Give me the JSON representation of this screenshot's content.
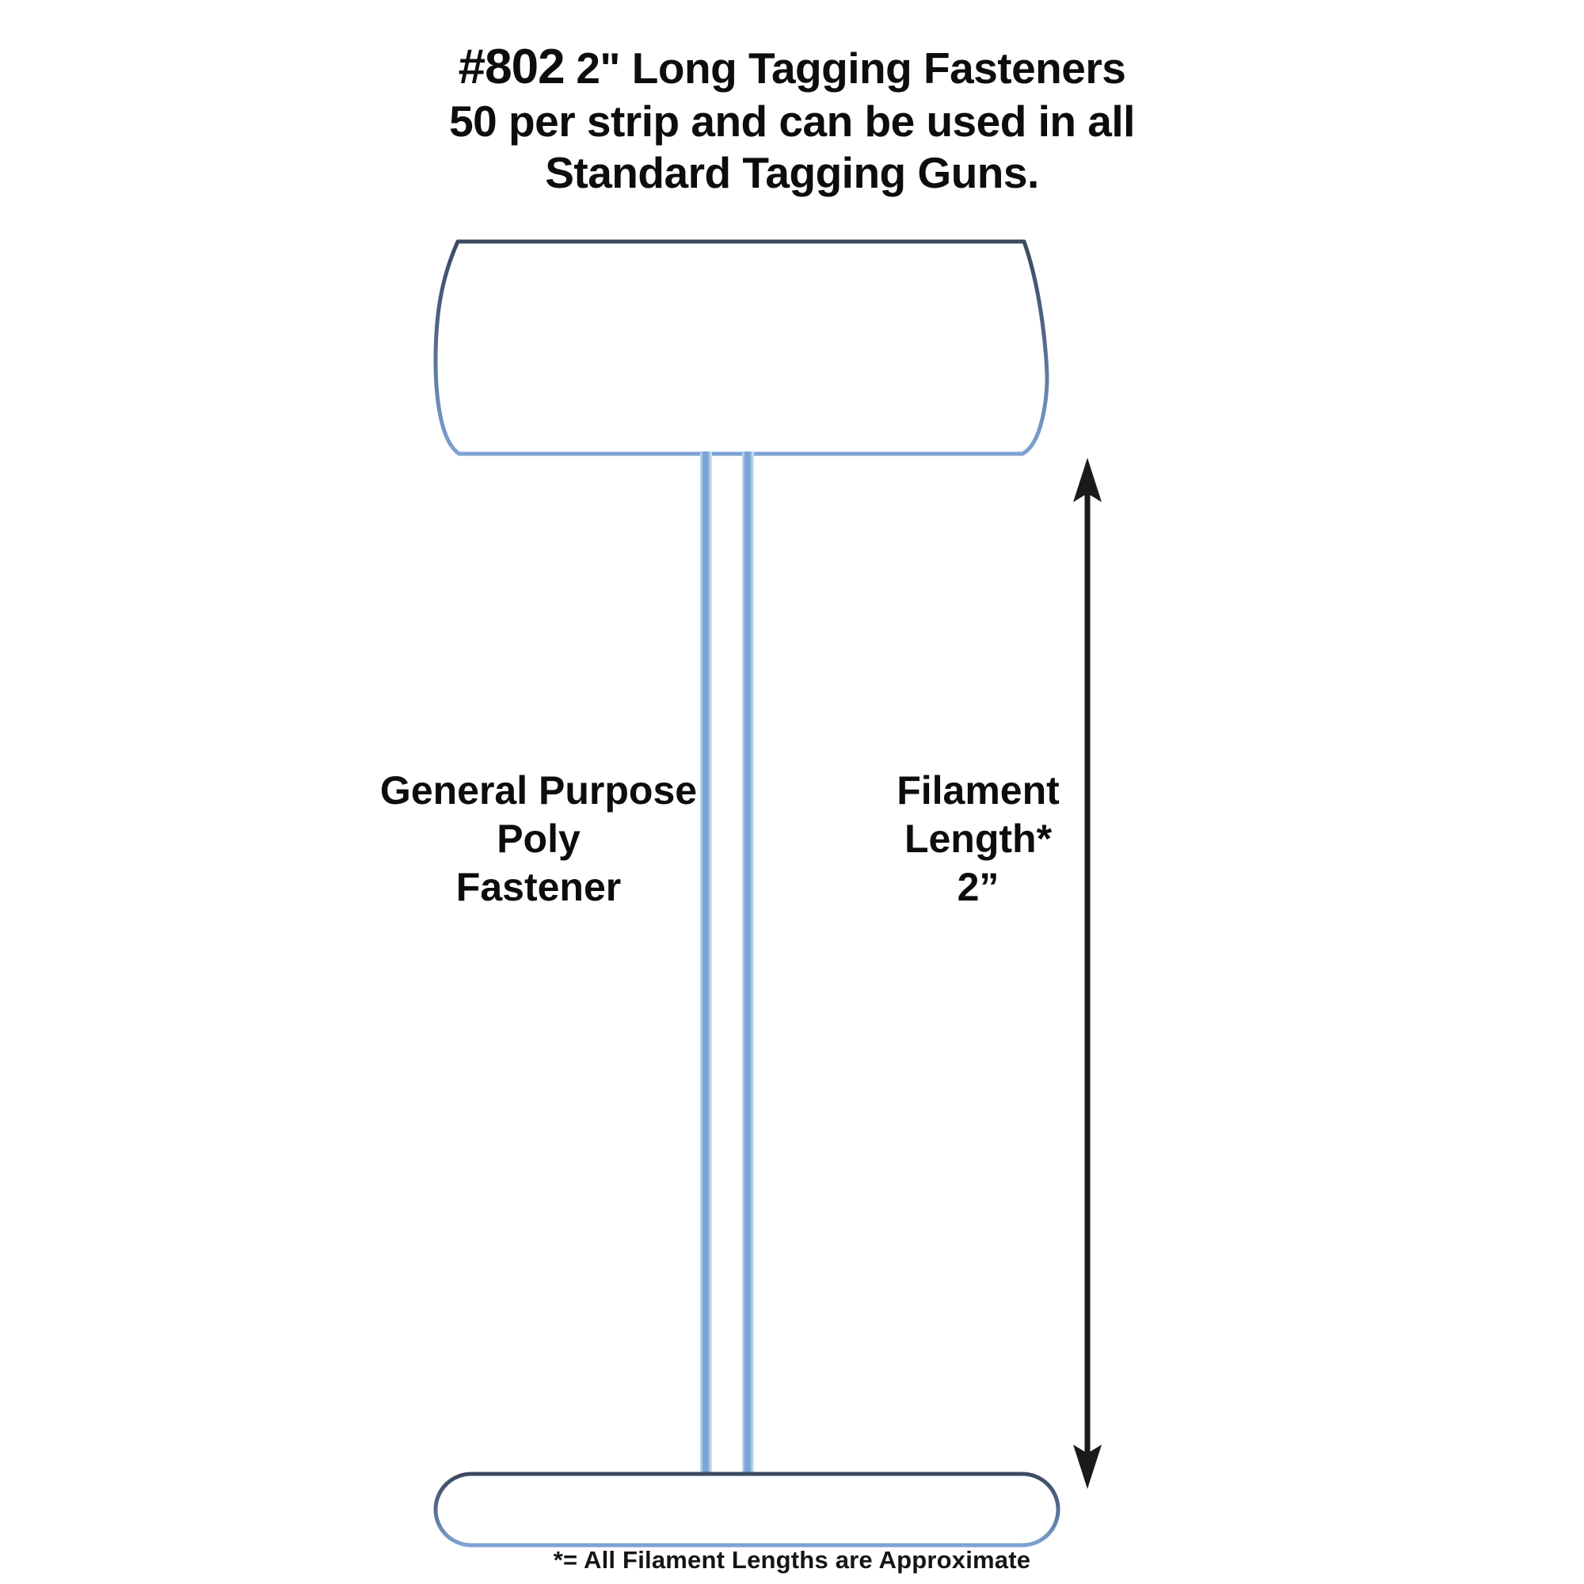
{
  "page": {
    "background_color": "#ffffff",
    "text_color": "#0d0d0d",
    "filament_color": "#7aa5d8",
    "outline_color": "#2f3c52",
    "arrow_color": "#1a1a1a"
  },
  "title": {
    "sku": "#802",
    "line1_rest": "2\" Long Tagging Fasteners",
    "line2": "50 per strip and can be used in all",
    "line3": "Standard Tagging Guns."
  },
  "labels": {
    "fastener": {
      "line1": "General Purpose",
      "line2": "Poly",
      "line3": "Fastener"
    },
    "filament": {
      "line1": "Filament",
      "line2": "Length*",
      "line3": "2”"
    }
  },
  "footnote": {
    "text": "*= All Filament Lengths are Approximate"
  },
  "parts": {
    "top_bar_name": "top-crossbar-paddle",
    "bottom_bar_name": "bottom-crossbar-pill",
    "filament_left_name": "filament-strand-left",
    "filament_right_name": "filament-strand-right",
    "dimension_arrow_name": "filament-length-dimension-arrow"
  }
}
